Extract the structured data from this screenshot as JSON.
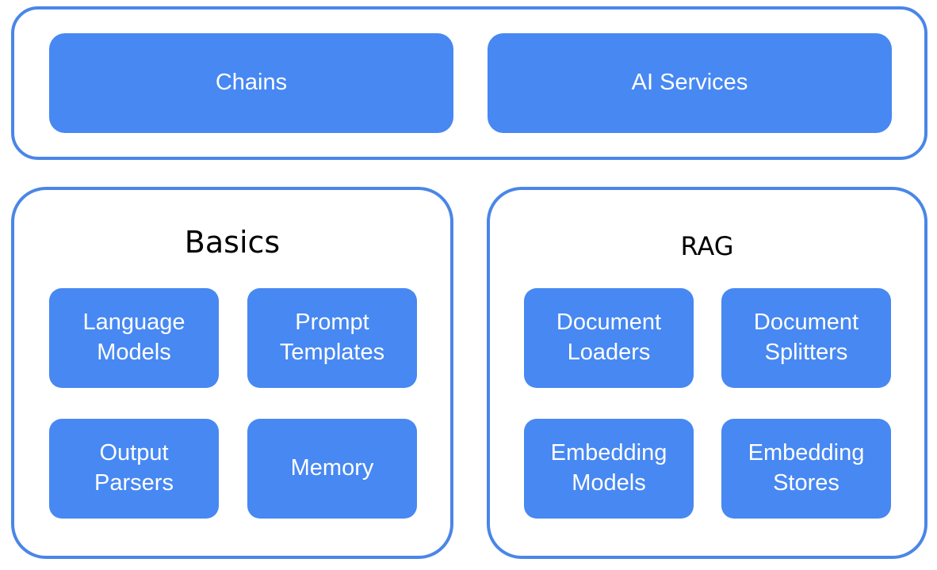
{
  "top": {
    "chains": "Chains",
    "ai_services": "AI Services"
  },
  "basics": {
    "title": "Basics",
    "language_models": "Language\nModels",
    "prompt_templates": "Prompt\nTemplates",
    "output_parsers": "Output\nParsers",
    "memory": "Memory"
  },
  "rag": {
    "title": "RAG",
    "document_loaders": "Document\nLoaders",
    "document_splitters": "Document\nSplitters",
    "embedding_models": "Embedding\nModels",
    "embedding_stores": "Embedding\nStores"
  }
}
